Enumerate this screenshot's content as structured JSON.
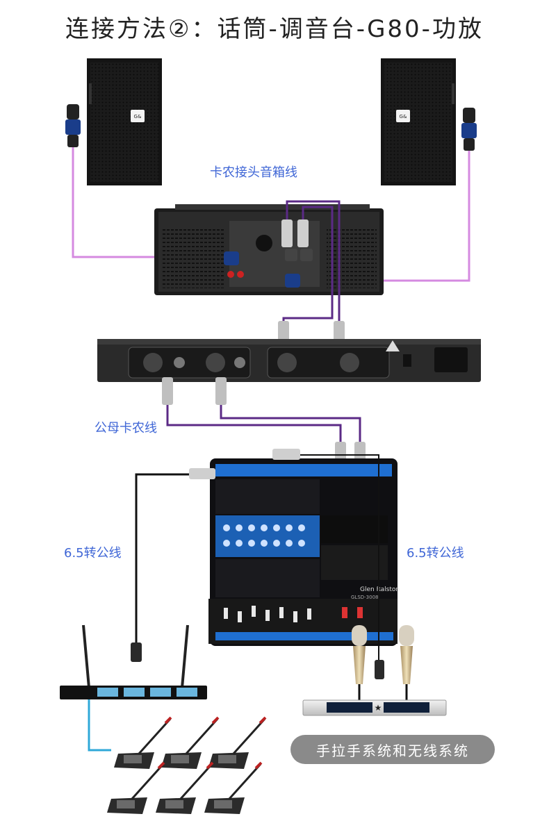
{
  "title": "连接方法②：话筒-调音台-G80-功放",
  "labels": {
    "speaker_cable": "卡农接头音箱线",
    "mf_xlr_cable": "公母卡农线",
    "adapter_left": "6.5转公线",
    "adapter_right": "6.5转公线",
    "system_pill": "手拉手系统和无线系统"
  },
  "devices": {
    "speaker_left": "speaker-left",
    "speaker_right": "speaker-right",
    "amplifier": "power-amplifier",
    "processor": "G80",
    "mixer": "mixer",
    "mixer_brand": "Glen Ralston",
    "mixer_model": "GLSD-3008",
    "wireless_receiver_left": "wireless-receiver-left",
    "wireless_receiver_right": "wireless-receiver-right",
    "conference_mics": 6
  },
  "colors": {
    "speaker_wire": "#d58ae0",
    "xlr_wire": "#5b2a86",
    "black_wire": "#111111",
    "receiver_link": "#2fa8d8",
    "label_blue": "#3f66d6",
    "mixer_accent": "#1f6fd1"
  }
}
